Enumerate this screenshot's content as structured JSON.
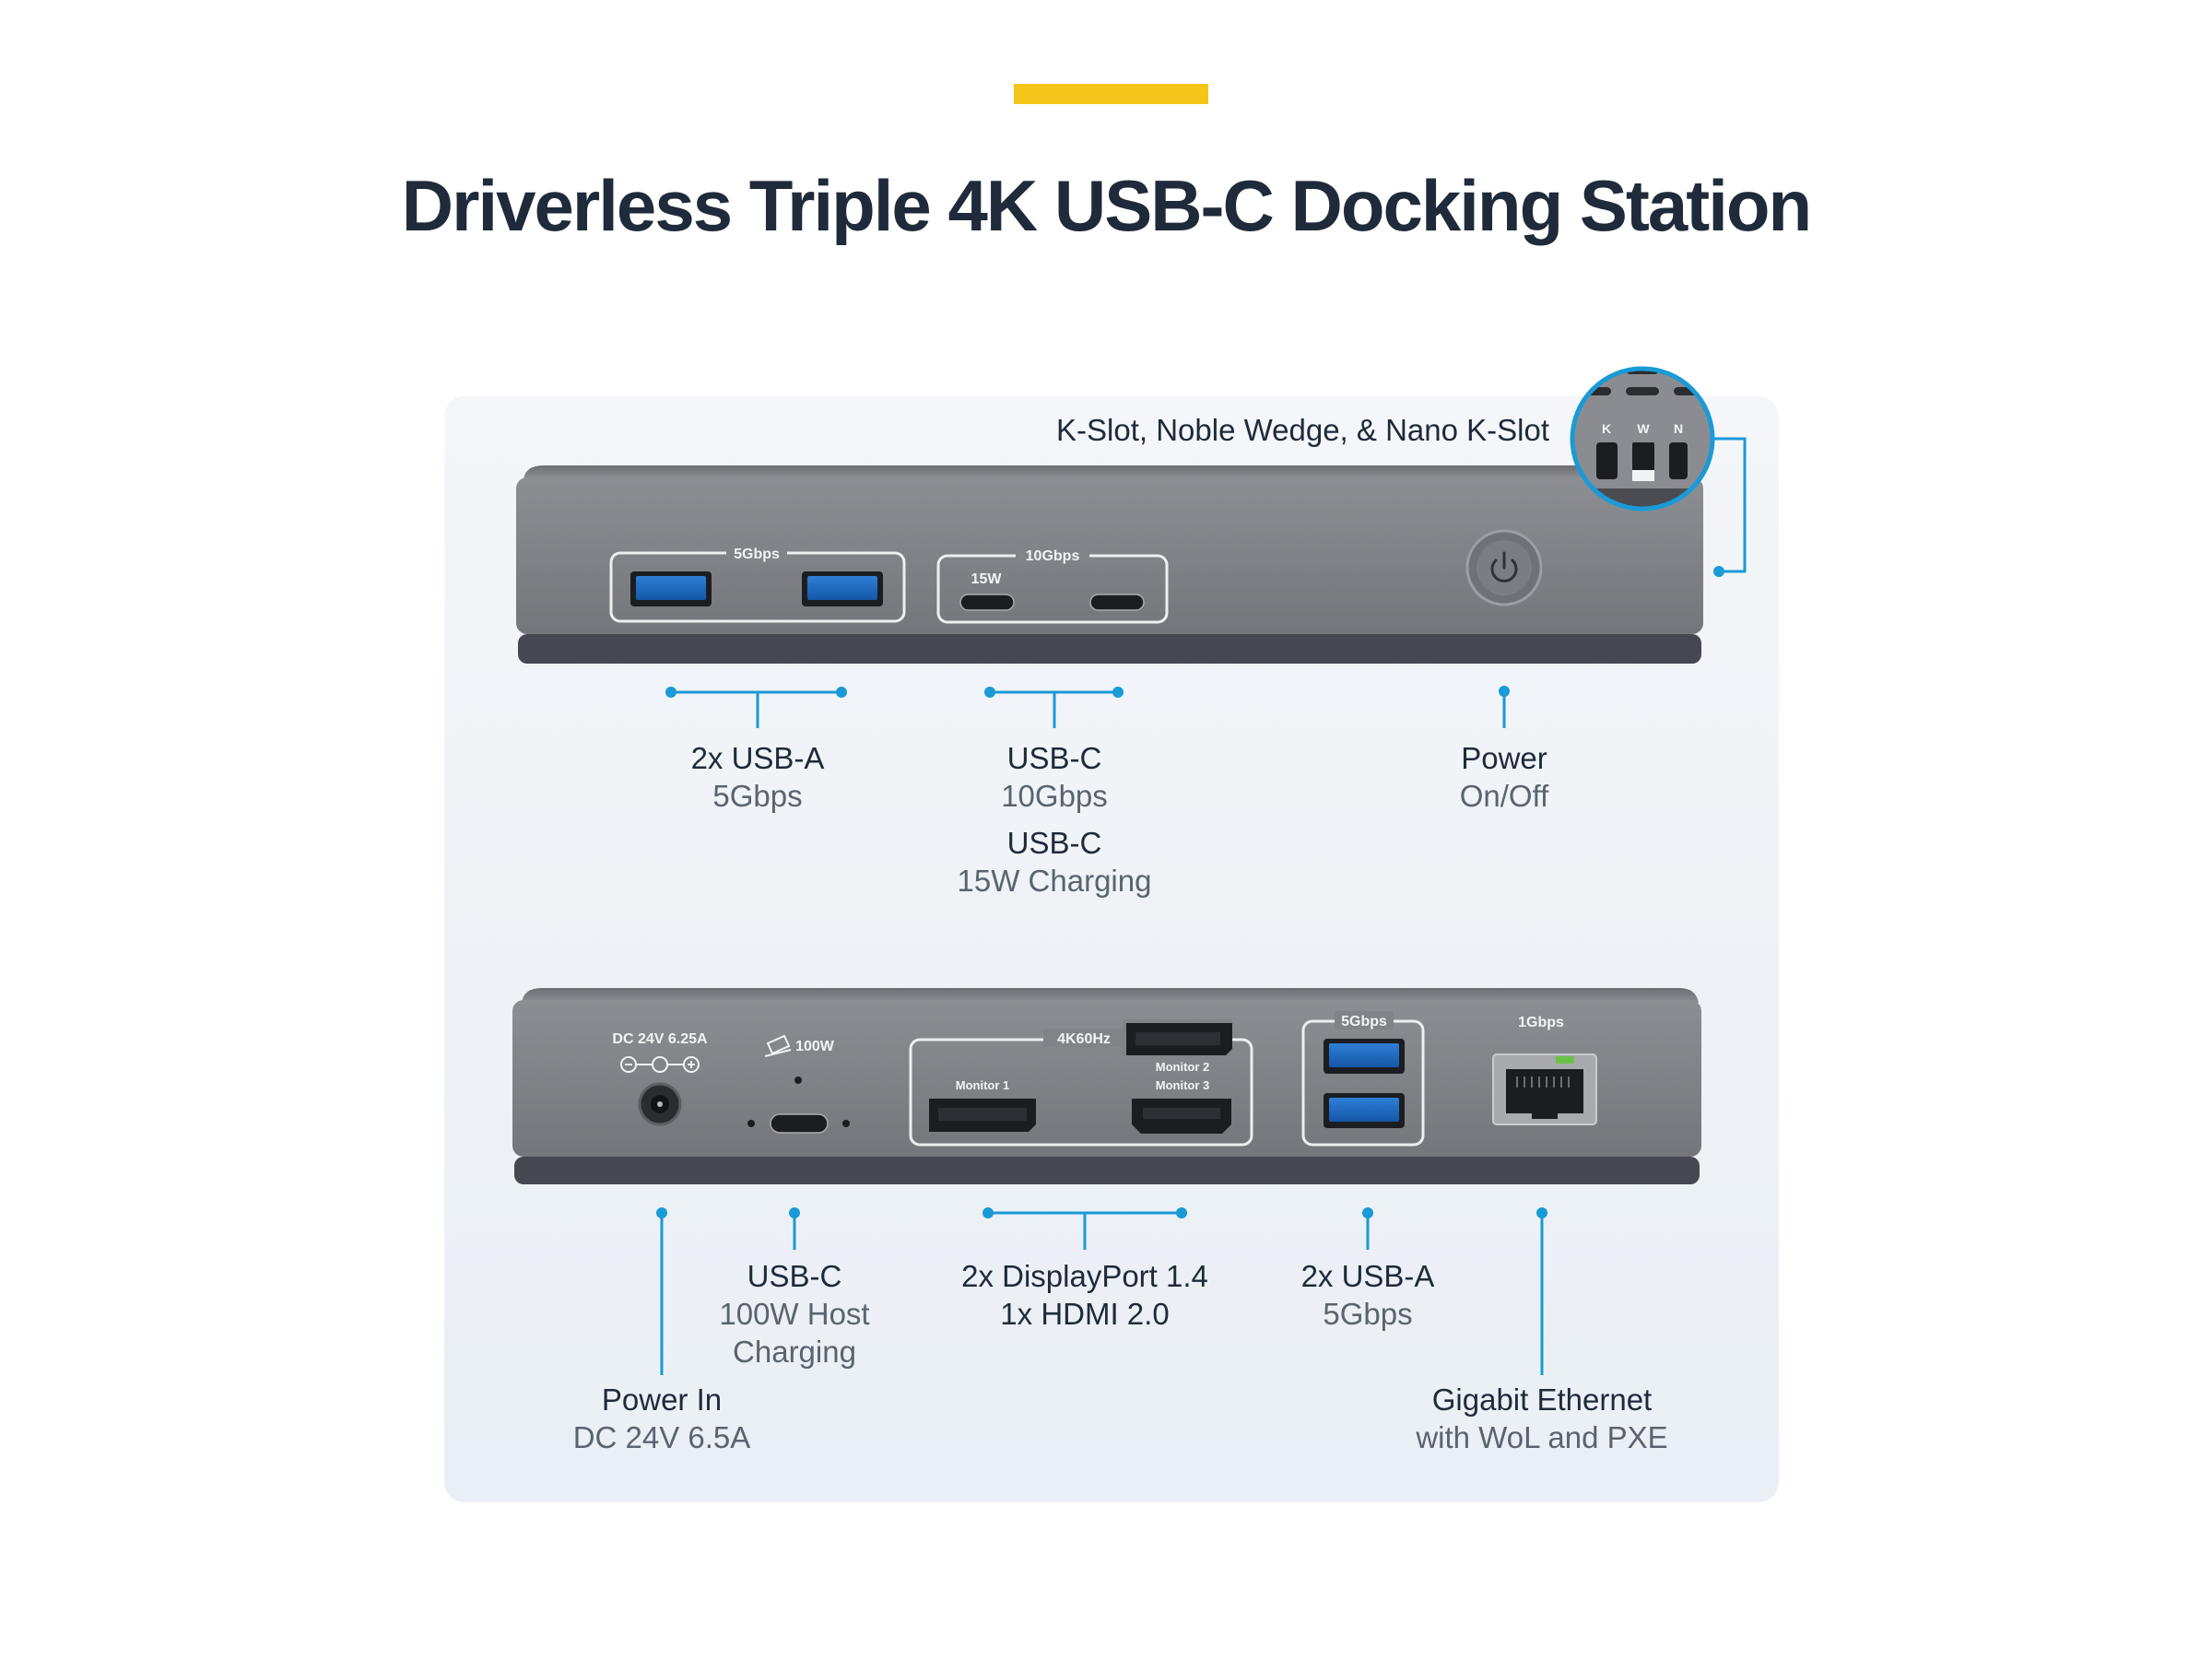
{
  "title": "Driverless Triple 4K USB-C Docking Station",
  "colors": {
    "accent": "#f5c418",
    "callout": "#1a9ad6",
    "title": "#1f2a3a"
  },
  "front": {
    "kslot_label": "K-Slot, Noble Wedge, & Nano K-Slot",
    "kslot_letters": [
      "K",
      "W",
      "N"
    ],
    "usba_group_label": "5Gbps",
    "usbc_group_label": "10Gbps",
    "usbc_15w_label": "15W",
    "callouts": {
      "usba": {
        "main": "2x USB-A",
        "sub": "5Gbps"
      },
      "usbc": {
        "main": "USB-C",
        "sub": "10Gbps",
        "main2": "USB-C",
        "sub2": "15W Charging"
      },
      "power": {
        "main": "Power",
        "sub": "On/Off"
      }
    }
  },
  "rear": {
    "dc_label": "DC 24V 6.25A",
    "usbc_label": "100W",
    "video_group_label": "4K60Hz",
    "monitor1": "Monitor 1",
    "monitor2": "Monitor 2",
    "monitor3": "Monitor 3",
    "usba_group_label": "5Gbps",
    "eth_label": "1Gbps",
    "callouts": {
      "power_in": {
        "main": "Power In",
        "sub": "DC 24V 6.5A"
      },
      "usbc": {
        "main": "USB-C",
        "sub": "100W Host",
        "sub2": "Charging"
      },
      "video": {
        "main": "2x DisplayPort 1.4",
        "main2": "1x HDMI 2.0"
      },
      "usba": {
        "main": "2x USB-A",
        "sub": "5Gbps"
      },
      "ethernet": {
        "main": "Gigabit Ethernet",
        "sub": "with WoL and PXE"
      }
    }
  }
}
